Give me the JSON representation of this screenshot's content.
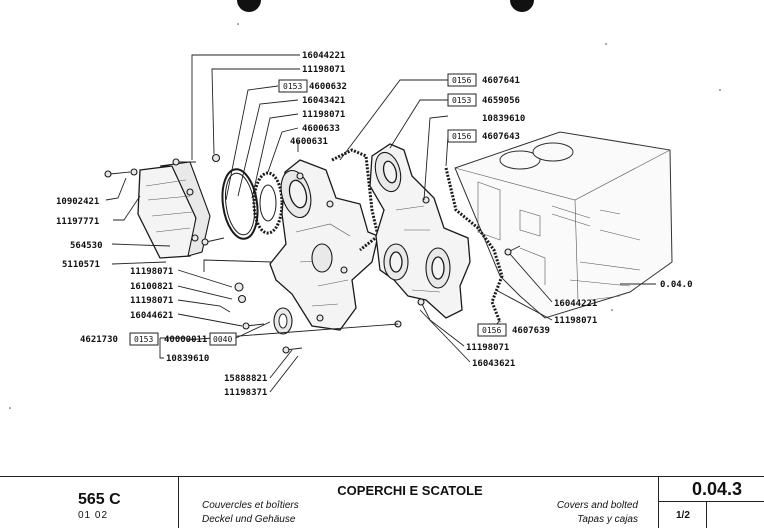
{
  "labels": {
    "p16044221_top": "16044221",
    "p11198071_a": "11198071",
    "p4600632": "4600632",
    "p16043421": "16043421",
    "p11198071_b": "11198071",
    "p4600633": "4600633",
    "p4600631": "4600631",
    "p4607641": "4607641",
    "p4659056": "4659056",
    "p10839610_top": "10839610",
    "p4607643": "4607643",
    "p10902421": "10902421",
    "p11197771": "11197771",
    "p564530": "564530",
    "p5110571": "5110571",
    "p11198071_c": "11198071",
    "p16100821": "16100821",
    "p11198071_d": "11198071",
    "p16044621": "16044621",
    "p4621730": "4621730",
    "p40000011": "40000011",
    "p10839610_bot": "10839610",
    "p15888821": "15888821",
    "p11198371": "11198371",
    "p11198071_e": "11198071",
    "p16043621": "16043621",
    "p4607639": "4607639",
    "p16044221_right": "16044221",
    "p11198071_f": "11198071",
    "ref_block": "0.04.0"
  },
  "codes": {
    "c0153_a": "0153",
    "c0156_a": "0156",
    "c0153_b": "0153",
    "c0156_b": "0156",
    "c0153_c": "0153",
    "c0040": "0040",
    "c0156_c": "0156"
  },
  "titleblock": {
    "model": "565 C",
    "model_sub": "01  02",
    "title_it": "COPERCHI E SCATOLE",
    "title_fr": "Couvercles et boîtiers",
    "title_de": "Deckel und Gehäuse",
    "title_en": "Covers and bolted",
    "title_es": "Tapas y cajas",
    "section": "0.04.3",
    "sheet": "1/2"
  }
}
